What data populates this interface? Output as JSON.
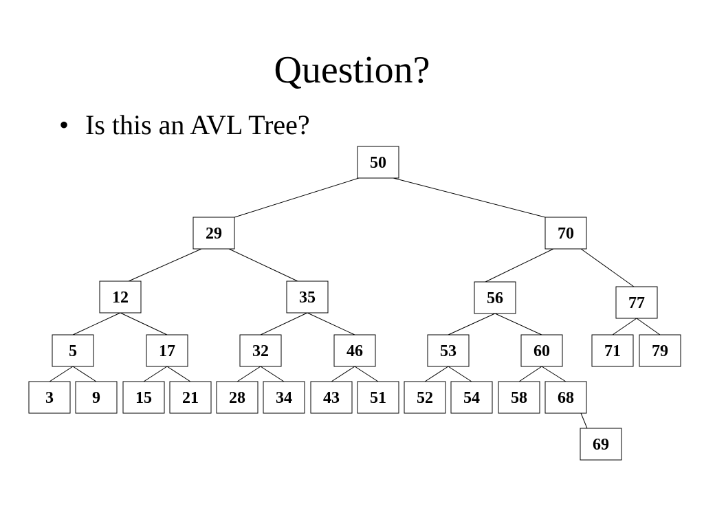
{
  "slide": {
    "title": "Question?",
    "bullet_symbol": "•",
    "bullet_text": "Is this an AVL Tree?"
  },
  "tree": {
    "nodes": [
      {
        "id": "n50",
        "label": "50"
      },
      {
        "id": "n29",
        "label": "29"
      },
      {
        "id": "n70",
        "label": "70"
      },
      {
        "id": "n12",
        "label": "12"
      },
      {
        "id": "n35",
        "label": "35"
      },
      {
        "id": "n56",
        "label": "56"
      },
      {
        "id": "n77",
        "label": "77"
      },
      {
        "id": "n5",
        "label": "5"
      },
      {
        "id": "n17",
        "label": "17"
      },
      {
        "id": "n32",
        "label": "32"
      },
      {
        "id": "n46",
        "label": "46"
      },
      {
        "id": "n53",
        "label": "53"
      },
      {
        "id": "n60",
        "label": "60"
      },
      {
        "id": "n71",
        "label": "71"
      },
      {
        "id": "n79",
        "label": "79"
      },
      {
        "id": "n3",
        "label": "3"
      },
      {
        "id": "n9",
        "label": "9"
      },
      {
        "id": "n15",
        "label": "15"
      },
      {
        "id": "n21",
        "label": "21"
      },
      {
        "id": "n28",
        "label": "28"
      },
      {
        "id": "n34",
        "label": "34"
      },
      {
        "id": "n43",
        "label": "43"
      },
      {
        "id": "n51",
        "label": "51"
      },
      {
        "id": "n52",
        "label": "52"
      },
      {
        "id": "n54",
        "label": "54"
      },
      {
        "id": "n58",
        "label": "58"
      },
      {
        "id": "n68",
        "label": "68"
      },
      {
        "id": "n69",
        "label": "69"
      }
    ],
    "edges": [
      [
        "n50",
        "n29"
      ],
      [
        "n50",
        "n70"
      ],
      [
        "n29",
        "n12"
      ],
      [
        "n29",
        "n35"
      ],
      [
        "n70",
        "n56"
      ],
      [
        "n70",
        "n77"
      ],
      [
        "n12",
        "n5"
      ],
      [
        "n12",
        "n17"
      ],
      [
        "n35",
        "n32"
      ],
      [
        "n35",
        "n46"
      ],
      [
        "n56",
        "n53"
      ],
      [
        "n56",
        "n60"
      ],
      [
        "n77",
        "n71"
      ],
      [
        "n77",
        "n79"
      ],
      [
        "n5",
        "n3"
      ],
      [
        "n5",
        "n9"
      ],
      [
        "n17",
        "n15"
      ],
      [
        "n17",
        "n21"
      ],
      [
        "n32",
        "n28"
      ],
      [
        "n32",
        "n34"
      ],
      [
        "n46",
        "n43"
      ],
      [
        "n46",
        "n51"
      ],
      [
        "n53",
        "n52"
      ],
      [
        "n53",
        "n54"
      ],
      [
        "n60",
        "n58"
      ],
      [
        "n60",
        "n68"
      ],
      [
        "n68",
        "n69"
      ]
    ]
  }
}
